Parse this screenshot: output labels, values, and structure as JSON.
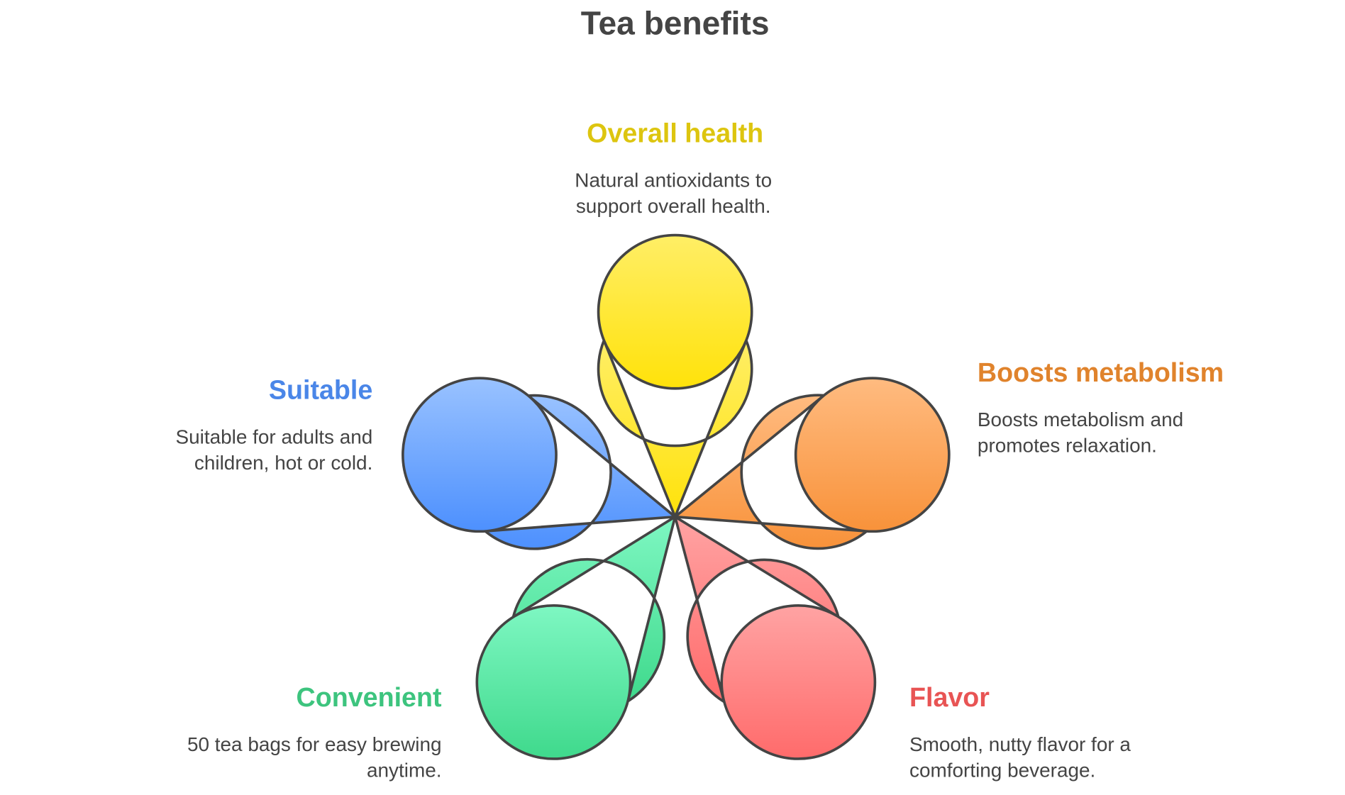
{
  "title": "Tea benefits",
  "items": [
    {
      "heading": "Overall health",
      "lines": [
        "Natural antioxidants to",
        "support overall health."
      ],
      "color": "#DDC50F",
      "top": "#FFEE66",
      "bottom": "#FFE20A"
    },
    {
      "heading": "Boosts metabolism",
      "lines": [
        "Boosts metabolism and",
        "promotes relaxation."
      ],
      "color": "#E0832C",
      "top": "#FFBB80",
      "bottom": "#F8923A"
    },
    {
      "heading": "Flavor",
      "lines": [
        "Smooth, nutty flavor for a",
        "comforting beverage."
      ],
      "color": "#E85454",
      "top": "#FFA3A3",
      "bottom": "#FF6B6B"
    },
    {
      "heading": "Convenient",
      "lines": [
        "50 tea bags for easy brewing",
        "anytime."
      ],
      "color": "#3DC47E",
      "top": "#7EF7C2",
      "bottom": "#3FD98C"
    },
    {
      "heading": "Suitable",
      "lines": [
        "Suitable for adults and",
        "children, hot or cold."
      ],
      "color": "#4A86E8",
      "top": "#99C2FF",
      "bottom": "#4D90FE"
    }
  ]
}
